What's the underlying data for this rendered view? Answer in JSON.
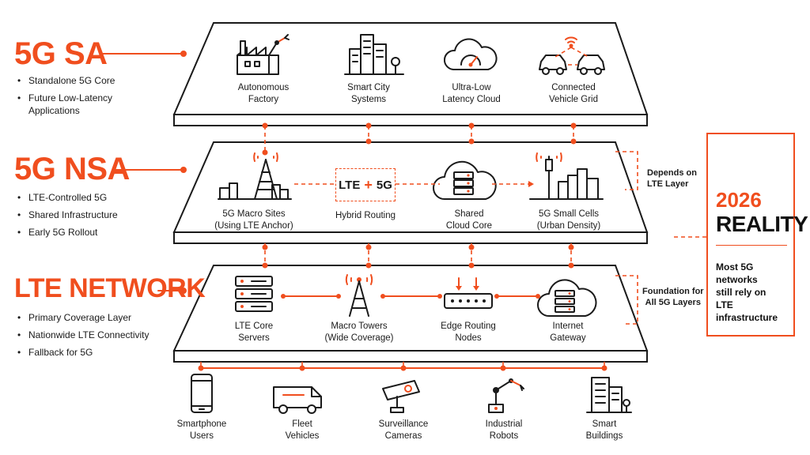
{
  "colors": {
    "accent": "#f04e1e",
    "ink": "#1a1a1a",
    "plate": "#ffffff"
  },
  "layers": {
    "sa": {
      "title": "5G SA",
      "bullets": [
        "Standalone 5G Core",
        "Future Low-Latency Applications"
      ],
      "nodes": [
        {
          "icon": "factory-robot-icon",
          "lines": [
            "Autonomous",
            "Factory"
          ]
        },
        {
          "icon": "city-buildings-icon",
          "lines": [
            "Smart City",
            "Systems"
          ]
        },
        {
          "icon": "cloud-gauge-icon",
          "lines": [
            "Ultra-Low",
            "Latency Cloud"
          ]
        },
        {
          "icon": "connected-cars-icon",
          "lines": [
            "Connected",
            "Vehicle Grid"
          ]
        }
      ]
    },
    "nsa": {
      "title": "5G NSA",
      "bullets": [
        "LTE-Controlled 5G",
        "Shared Infrastructure",
        "Early 5G Rollout"
      ],
      "hybrid": {
        "lte": "LTE",
        "plus": "+",
        "g5": "5G"
      },
      "nodes": [
        {
          "icon": "macro-tower-city-icon",
          "lines": [
            "5G Macro Sites",
            "(Using LTE Anchor)"
          ]
        },
        {
          "icon": "hybrid-routing-icon",
          "lines": [
            "Hybrid Routing"
          ]
        },
        {
          "icon": "cloud-server-icon",
          "lines": [
            "Shared",
            "Cloud Core"
          ]
        },
        {
          "icon": "small-cell-city-icon",
          "lines": [
            "5G Small Cells",
            "(Urban Density)"
          ]
        }
      ],
      "side_note": [
        "Depends on",
        "LTE Layer"
      ]
    },
    "lte": {
      "title": "LTE NETWORK",
      "bullets": [
        "Primary Coverage Layer",
        "Nationwide LTE Connectivity",
        "Fallback for 5G"
      ],
      "nodes": [
        {
          "icon": "server-rack-icon",
          "lines": [
            "LTE Core",
            "Servers"
          ]
        },
        {
          "icon": "macro-tower-icon",
          "lines": [
            "Macro Towers",
            "(Wide Coverage)"
          ]
        },
        {
          "icon": "routing-switch-icon",
          "lines": [
            "Edge Routing",
            "Nodes"
          ]
        },
        {
          "icon": "cloud-gateway-icon",
          "lines": [
            "Internet",
            "Gateway"
          ]
        }
      ],
      "side_note": [
        "Foundation for",
        "All 5G Layers"
      ]
    }
  },
  "devices": [
    {
      "icon": "smartphone-icon",
      "lines": [
        "Smartphone",
        "Users"
      ]
    },
    {
      "icon": "van-icon",
      "lines": [
        "Fleet",
        "Vehicles"
      ]
    },
    {
      "icon": "camera-icon",
      "lines": [
        "Surveillance",
        "Cameras"
      ]
    },
    {
      "icon": "robot-arm-icon",
      "lines": [
        "Industrial",
        "Robots"
      ]
    },
    {
      "icon": "buildings-icon",
      "lines": [
        "Smart",
        "Buildings"
      ]
    }
  ],
  "reality": {
    "icon": "bar-chart-icon",
    "year": "2026",
    "word": "REALITY",
    "lines": [
      "Most 5G",
      "networks",
      "still rely on",
      "LTE infrastructure"
    ]
  }
}
